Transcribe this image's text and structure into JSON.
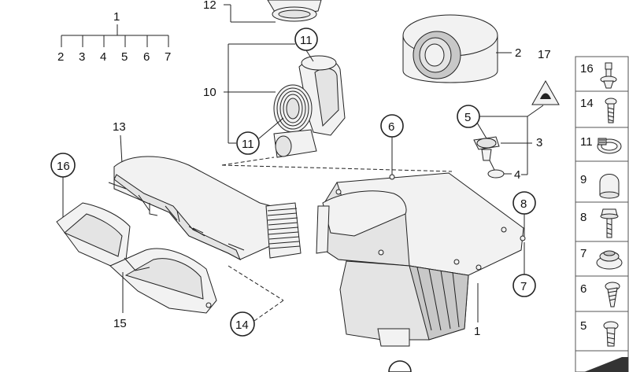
{
  "callouts": {
    "c1_top": "1",
    "c1_children": [
      "2",
      "3",
      "4",
      "5",
      "6",
      "7"
    ],
    "c12": "12",
    "c11_a": "11",
    "c10": "10",
    "c11_b": "11",
    "c2": "2",
    "c17": "17",
    "c5": "5",
    "c3": "3",
    "c4": "4",
    "c6": "6",
    "c13": "13",
    "c16": "16",
    "c8": "8",
    "c7": "7",
    "c15": "15",
    "c14": "14",
    "c1_bottom": "1"
  },
  "sidebar": {
    "items": [
      {
        "label": "16",
        "icon": "push-rivet-icon"
      },
      {
        "label": "14",
        "icon": "screw-icon"
      },
      {
        "label": "11",
        "icon": "hose-clamp-icon"
      },
      {
        "label": "9",
        "icon": "rubber-cap-icon"
      },
      {
        "label": "8",
        "icon": "hex-bolt-icon"
      },
      {
        "label": "7",
        "icon": "rubber-grommet-icon"
      },
      {
        "label": "6",
        "icon": "self-tapping-screw-icon"
      },
      {
        "label": "5",
        "icon": "torx-screw-icon"
      }
    ]
  },
  "colors": {
    "line": "#222222",
    "part_fill": "#f2f2f2",
    "shade": "#c8c8c8",
    "sidebar_border": "#555555"
  }
}
